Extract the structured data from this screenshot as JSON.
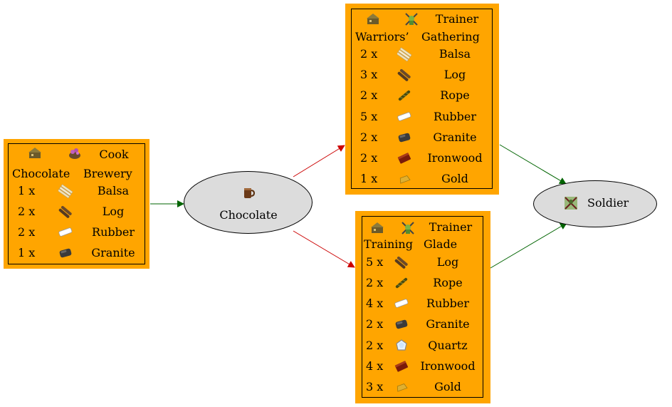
{
  "brewery": {
    "header": {
      "line1": "Cook",
      "line2a": "Chocolate",
      "line2b": "Brewery"
    },
    "rows": [
      {
        "qty": "1 x",
        "icon": "balsa-icon",
        "ware": "Balsa"
      },
      {
        "qty": "2 x",
        "icon": "log-icon",
        "ware": "Log"
      },
      {
        "qty": "2 x",
        "icon": "rubber-icon",
        "ware": "Rubber"
      },
      {
        "qty": "1 x",
        "icon": "granite-icon",
        "ware": "Granite"
      }
    ]
  },
  "chocolate": {
    "label": "Chocolate",
    "icon": "chocolate-icon"
  },
  "gathering": {
    "header": {
      "line1": "Trainer",
      "line2a": "Warriors’",
      "line2b": "Gathering"
    },
    "rows": [
      {
        "qty": "2 x",
        "icon": "balsa-icon",
        "ware": "Balsa"
      },
      {
        "qty": "3 x",
        "icon": "log-icon",
        "ware": "Log"
      },
      {
        "qty": "2 x",
        "icon": "rope-icon",
        "ware": "Rope"
      },
      {
        "qty": "5 x",
        "icon": "rubber-icon",
        "ware": "Rubber"
      },
      {
        "qty": "2 x",
        "icon": "granite-icon",
        "ware": "Granite"
      },
      {
        "qty": "2 x",
        "icon": "ironwood-icon",
        "ware": "Ironwood"
      },
      {
        "qty": "1 x",
        "icon": "gold-icon",
        "ware": "Gold"
      }
    ]
  },
  "glade": {
    "header": {
      "line1": "Trainer",
      "line2a": "Training",
      "line2b": "Glade"
    },
    "rows": [
      {
        "qty": "5 x",
        "icon": "log-icon",
        "ware": "Log"
      },
      {
        "qty": "2 x",
        "icon": "rope-icon",
        "ware": "Rope"
      },
      {
        "qty": "4 x",
        "icon": "rubber-icon",
        "ware": "Rubber"
      },
      {
        "qty": "2 x",
        "icon": "granite-icon",
        "ware": "Granite"
      },
      {
        "qty": "2 x",
        "icon": "quartz-icon",
        "ware": "Quartz"
      },
      {
        "qty": "4 x",
        "icon": "ironwood-icon",
        "ware": "Ironwood"
      },
      {
        "qty": "3 x",
        "icon": "gold-icon",
        "ware": "Gold"
      }
    ]
  },
  "soldier": {
    "label": "Soldier",
    "icon": "soldier-icon"
  },
  "colors": {
    "building_fill": "#ffa500",
    "ellipse_fill": "#dcdcdc",
    "consume_edge": "#008000",
    "deliver_edge": "#cc0000"
  }
}
